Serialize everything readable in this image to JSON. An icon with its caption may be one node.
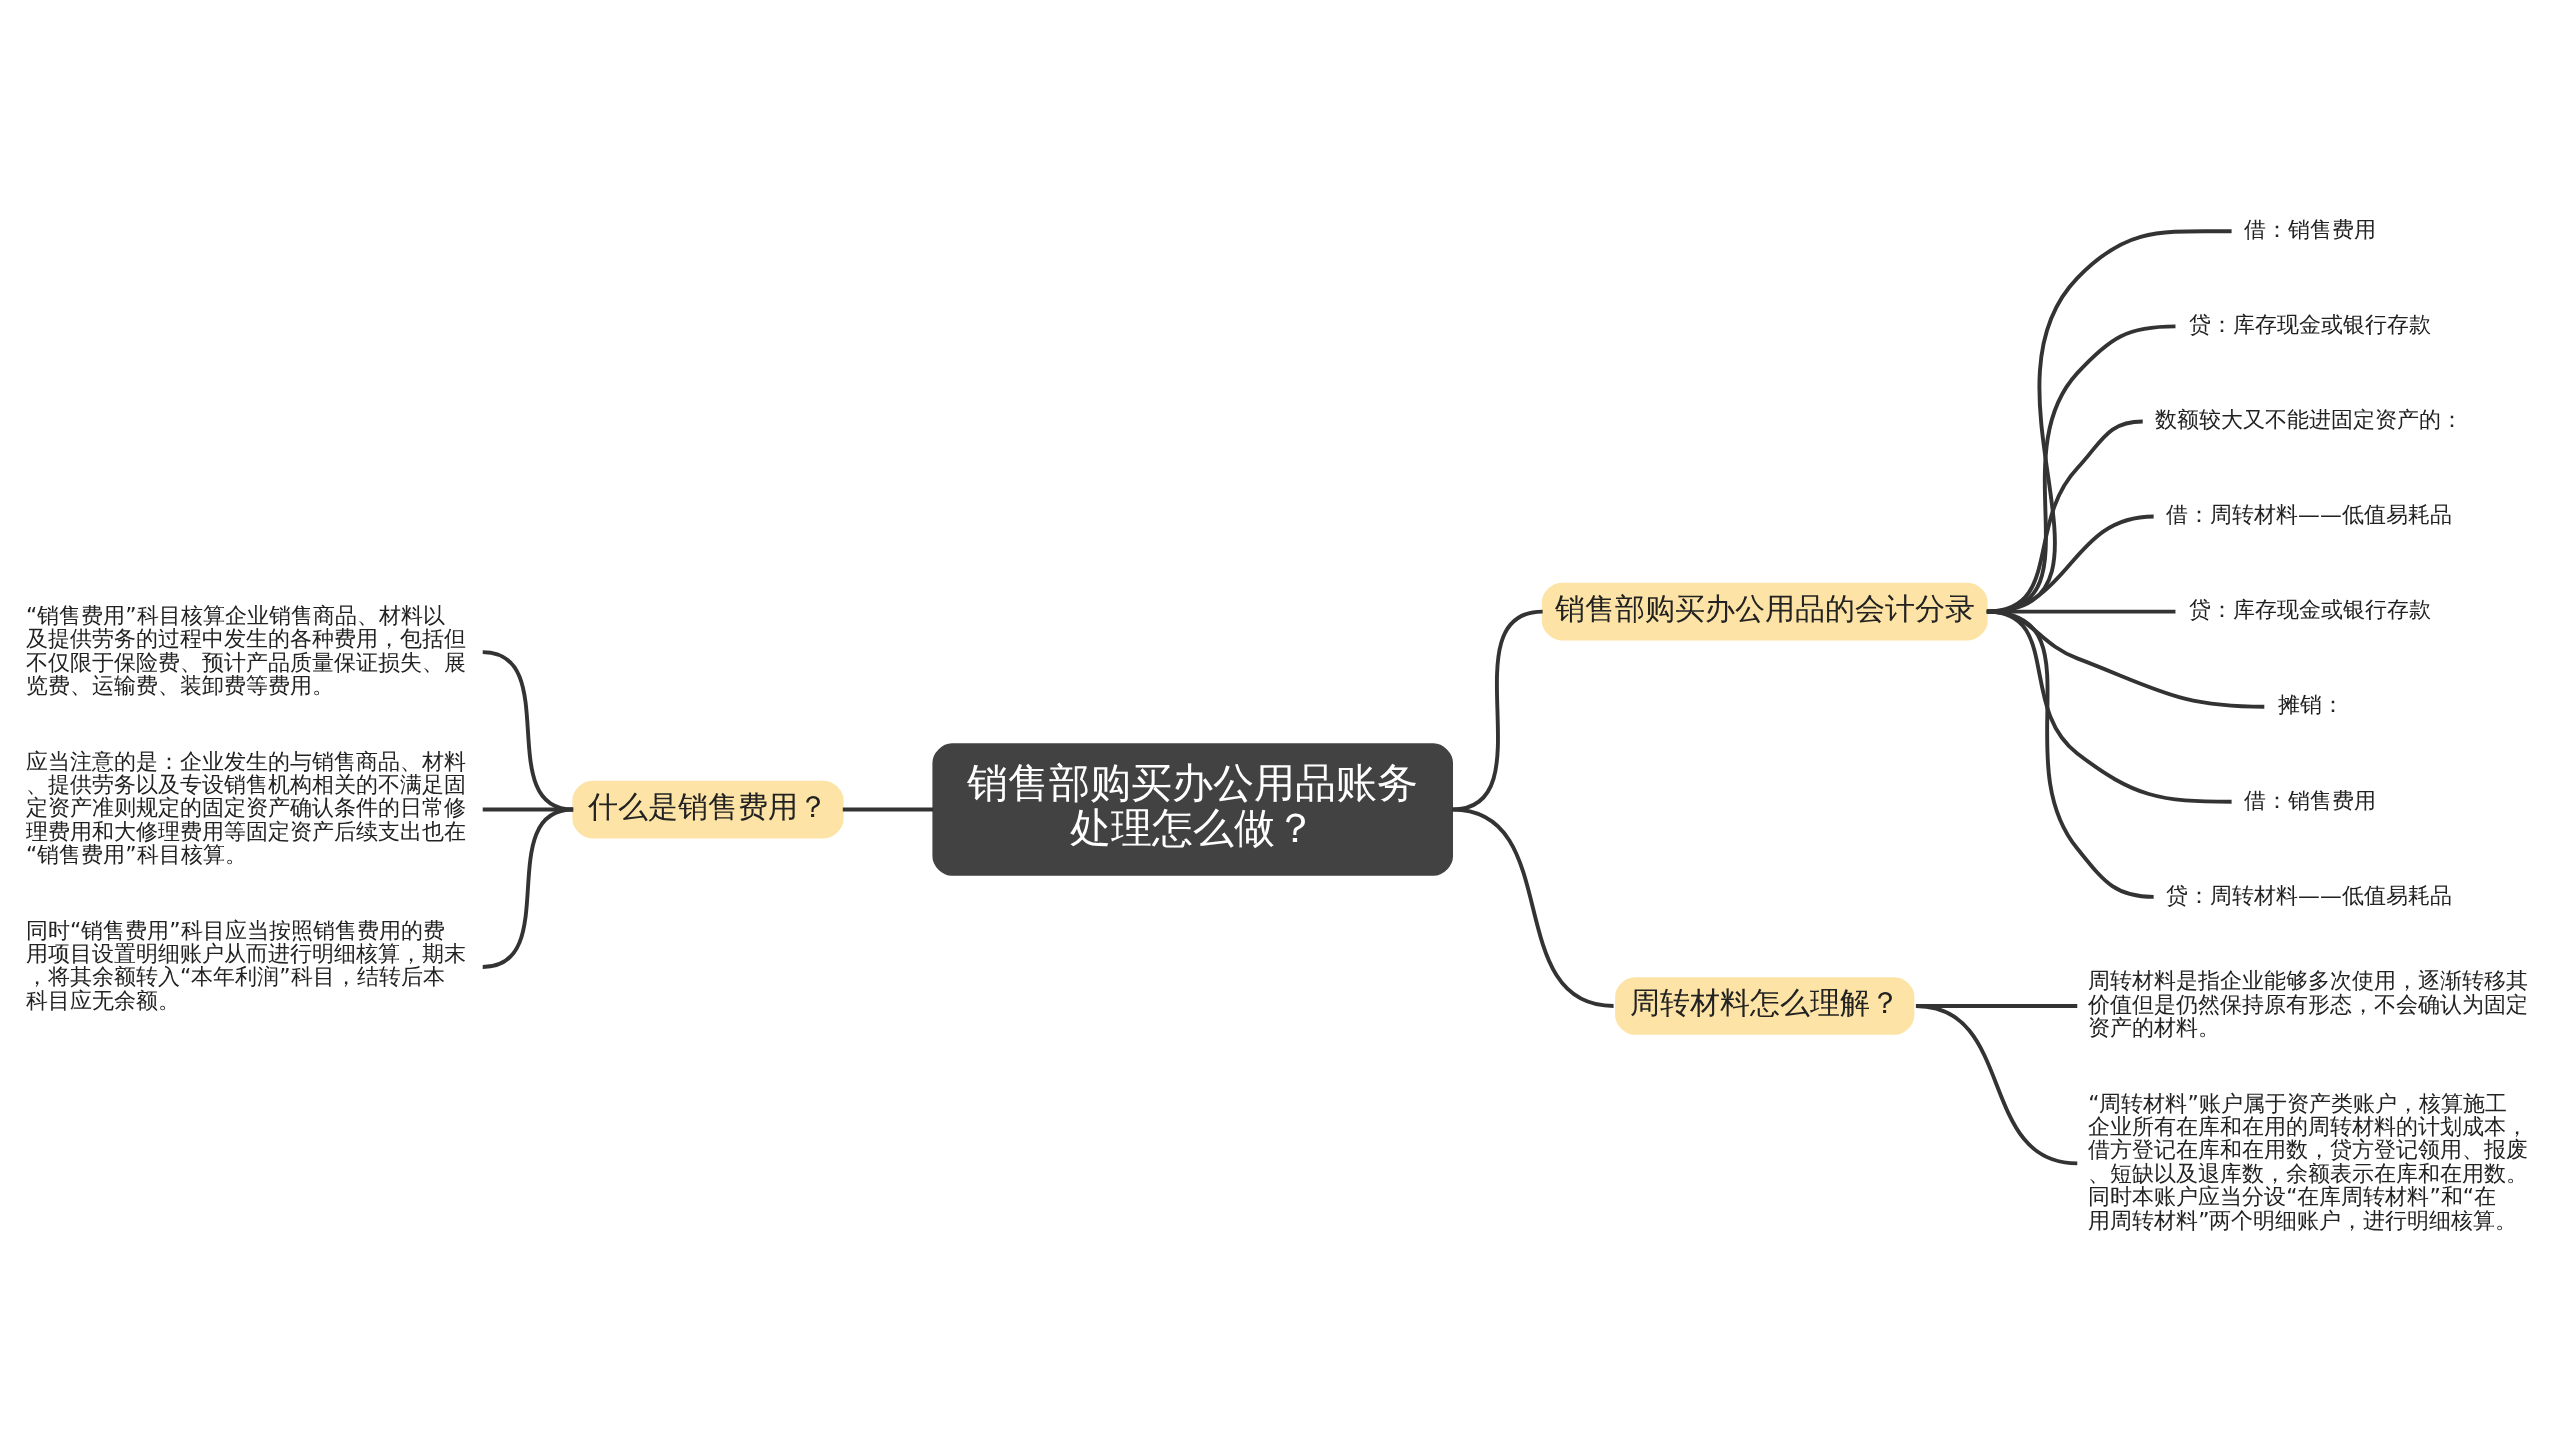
{
  "diagram": {
    "nodes": [
      {
        "text": [
          "销售部购买办公用品账务处理怎么做？"
        ]
      },
      {
        "text": [
          "什么是销售费用？"
        ]
      },
      {
        "text": [
          "“销售费用”科目核算企业销售商品、材料以及提供劳务的过程中发生的各种费用，包括但不仅限于保险费、预计产品质量保证损失、展览费、运输费、装卸费等费用。"
        ]
      },
      {
        "text": [
          "应当注意的是：企业发生的与销售商品、材料、提供劳务以及专设销售机构相关的不满足固定资产准则规定的固定资产确认条件的日常修理费用和大修理费用等固定资产后续支出也在“销售费用”科目核算。"
        ]
      },
      {
        "text": [
          "同时“销售费用”科目应当按照销售费用的费用项目设置明细账户从而进行明细核算，期末，将其余额转入“本年利润”科目，结转后本科目应无余额。"
        ]
      },
      {
        "text": [
          "销售部购买办公用品的会计分录"
        ]
      },
      {
        "text": [
          "借：销售费用"
        ]
      },
      {
        "text": [
          "贷：库存现金或银行存款"
        ]
      },
      {
        "text": [
          "数额较大又不能进固定资产的："
        ]
      },
      {
        "text": [
          "借：周转材料——低值易耗品"
        ]
      },
      {
        "text": [
          "贷：库存现金或银行存款"
        ]
      },
      {
        "text": [
          "摊销："
        ]
      },
      {
        "text": [
          "借：销售费用"
        ]
      },
      {
        "text": [
          "贷：周转材料——低值易耗品"
        ]
      },
      {
        "text": [
          "周转材料怎么理解？"
        ]
      },
      {
        "text": [
          "周转材料是指企业能够多次使用，逐渐转移其价值但是仍然保持原有形态，不会确认为固定资产的材料。"
        ]
      },
      {
        "text": [
          "“周转材料”账户属于资产类账户，核算施工企业所有在库和在用的周转材料的计划成本，借方登记在库和在用数，贷方登记领用、报废、短缺以及退库数，余额表示在库和在用数。同时本账户应当分设“在库周转材料”和“在用周转材料”两个明细账户，进行明细核算。"
        ]
      }
    ],
    "edges": [
      {
        "from": 2,
        "to": 1,
        "arrow": "none"
      },
      {
        "from": 3,
        "to": 1,
        "arrow": "none"
      },
      {
        "from": 4,
        "to": 1,
        "arrow": "none"
      },
      {
        "from": 1,
        "to": 0,
        "arrow": "none"
      },
      {
        "from": 0,
        "to": 5,
        "arrow": "none"
      },
      {
        "from": 5,
        "to": 6,
        "arrow": "none"
      },
      {
        "from": 5,
        "to": 7,
        "arrow": "none"
      },
      {
        "from": 5,
        "to": 8,
        "arrow": "none"
      },
      {
        "from": 5,
        "to": 9,
        "arrow": "none"
      },
      {
        "from": 5,
        "to": 10,
        "arrow": "none"
      },
      {
        "from": 5,
        "to": 11,
        "arrow": "none"
      },
      {
        "from": 5,
        "to": 12,
        "arrow": "none"
      },
      {
        "from": 5,
        "to": 13,
        "arrow": "none"
      },
      {
        "from": 0,
        "to": 14,
        "arrow": "none"
      },
      {
        "from": 14,
        "to": 15,
        "arrow": "none"
      },
      {
        "from": 14,
        "to": 16,
        "arrow": "none"
      }
    ]
  }
}
